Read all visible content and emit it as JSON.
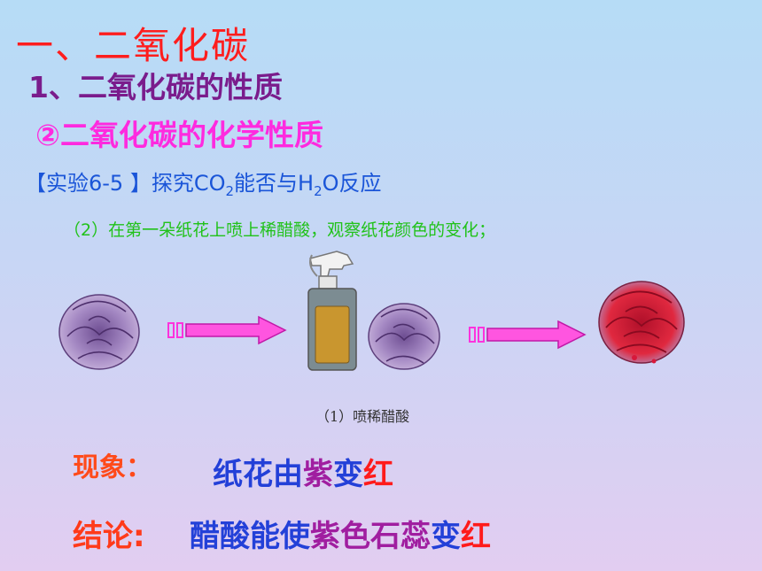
{
  "title": "一、二氧化碳",
  "subtitle1": "1、二氧化碳的性质",
  "subtitle2": "②二氧化碳的化学性质",
  "experiment": {
    "label": "【实验6-5 】探究CO",
    "sub1": "2",
    "mid": "能否与H",
    "sub2": "2",
    "end": "O反应"
  },
  "step": "（2）在第一朵纸花上喷上稀醋酸，观察纸花颜色的变化；",
  "caption": "（1）喷稀醋酸",
  "phenomenon": {
    "label": "现象：",
    "parts": [
      "纸花由",
      "紫",
      "变",
      "红"
    ]
  },
  "conclusion": {
    "label": "结论:",
    "parts": [
      "醋酸能使",
      "紫色",
      "石蕊",
      "变",
      "红"
    ]
  },
  "colors": {
    "arrow": "#ff33dd",
    "flower_purple": "#9c7ab8",
    "flower_red": "#d8183a",
    "bottle_body": "#7c8c92",
    "bottle_label": "#c9962f"
  }
}
